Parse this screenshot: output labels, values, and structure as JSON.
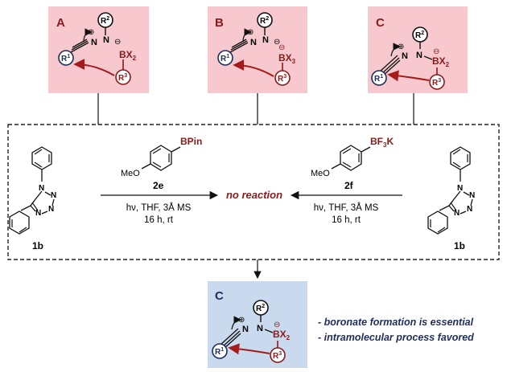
{
  "panels": [
    {
      "label": "A",
      "r1": "R",
      "r1_sup": "1",
      "r2": "R",
      "r2_sup": "2",
      "r3": "R",
      "r3_sup": "3",
      "boron": "BX",
      "boron_sub": "2",
      "plus": "⊕",
      "minus": "⊖"
    },
    {
      "label": "B",
      "r1": "R",
      "r1_sup": "1",
      "r2": "R",
      "r2_sup": "2",
      "r3": "R",
      "r3_sup": "3",
      "boron": "BX",
      "boron_sub": "3",
      "plus": "⊕",
      "minus": "⊖",
      "boron_charge": "⊖"
    },
    {
      "label": "C",
      "r1": "R",
      "r1_sup": "1",
      "r2": "R",
      "r2_sup": "2",
      "r3": "R",
      "r3_sup": "3",
      "boron": "BX",
      "boron_sub": "2",
      "plus": "⊕",
      "boron_charge": "⊖"
    }
  ],
  "reaction": {
    "left": {
      "reagent": "BPin",
      "substituent": "MeO",
      "reagent_id": "2e",
      "conditions_line1": "hν, THF, 3Å MS",
      "conditions_line2": "16 h, rt",
      "tetrazole_id": "1b",
      "ring_n1": "N",
      "ring_n2": "N",
      "ring_n3": "N",
      "ring_n4": "N"
    },
    "center_result": "no reaction",
    "right": {
      "reagent": "BF",
      "reagent_sub": "3",
      "reagent_k": "K",
      "substituent": "MeO",
      "reagent_id": "2f",
      "conditions_line1": "hν, THF, 3Å MS",
      "conditions_line2": "16 h, rt",
      "tetrazole_id": "1b",
      "ring_n1": "N",
      "ring_n2": "N",
      "ring_n3": "N",
      "ring_n4": "N"
    }
  },
  "bottom_panel": {
    "label": "C",
    "r1": "R",
    "r1_sup": "1",
    "r2": "R",
    "r2_sup": "2",
    "r3": "R",
    "r3_sup": "3",
    "boron": "BX",
    "boron_sub": "2",
    "plus": "⊕",
    "boron_charge": "⊖"
  },
  "notes": [
    "- boronate formation is essential",
    "- intramolecular process favored"
  ],
  "colors": {
    "pink_panel": "#f7c9cf",
    "blue_panel": "#c9d9ee",
    "navy": "#1f2d5c",
    "maroon": "#8b1a1a",
    "arrow_red": "#a31c1c",
    "dashed_border": "#222222"
  }
}
